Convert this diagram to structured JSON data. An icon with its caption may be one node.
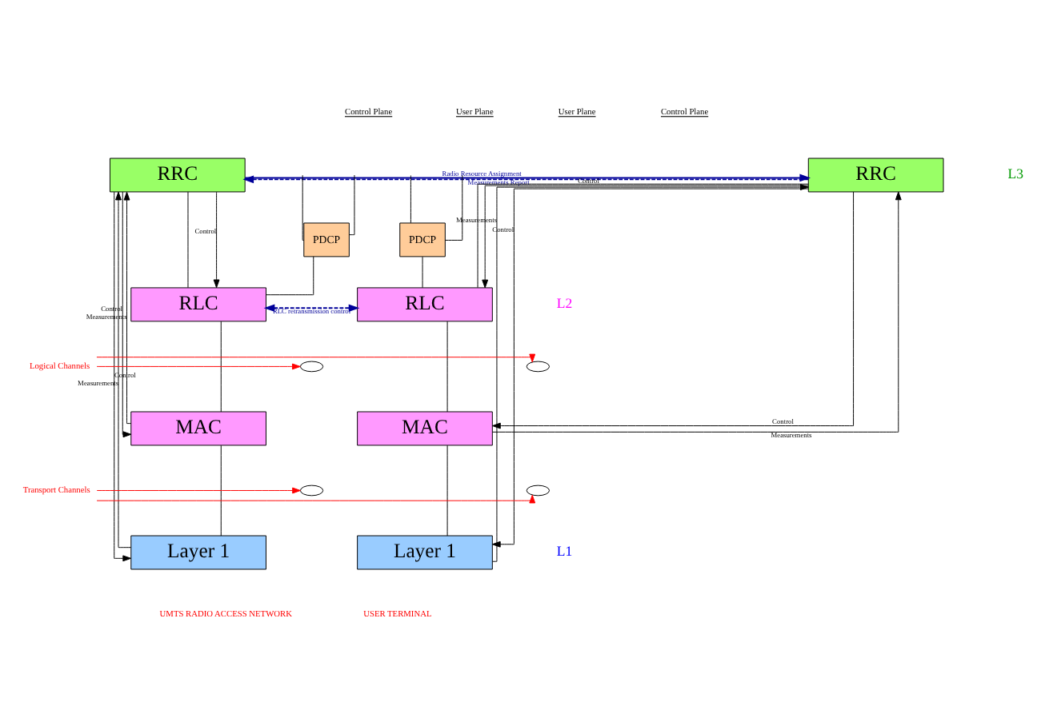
{
  "diagram": {
    "nodes": [
      {
        "text": [
          "RRC"
        ]
      },
      {
        "text": [
          "PDCP"
        ]
      },
      {
        "text": [
          "RLC"
        ]
      },
      {
        "text": [
          "MAC"
        ]
      },
      {
        "text": [
          "Layer 1"
        ]
      },
      {
        "text": [
          "RRC"
        ]
      },
      {
        "text": [
          "PDCP"
        ]
      },
      {
        "text": [
          "RLC"
        ]
      },
      {
        "text": [
          "MAC"
        ]
      },
      {
        "text": [
          "Layer 1"
        ]
      },
      {
        "text": [
          "Logical Channels"
        ]
      },
      {
        "text": [
          "Transport Channels"
        ]
      },
      {
        "text": [],
        "shape": "ellipse"
      },
      {
        "text": [],
        "shape": "ellipse"
      },
      {
        "text": [],
        "shape": "ellipse"
      },
      {
        "text": [],
        "shape": "ellipse"
      }
    ],
    "edges": [
      {
        "from": 5,
        "to": 0,
        "arrow": "to",
        "label": "Measurements Report",
        "style": "dashed",
        "color": "#000099"
      },
      {
        "from": 0,
        "to": 5,
        "arrow": "to",
        "label": "Radio Resource Assignment",
        "color": "#000099"
      },
      {
        "from": 2,
        "to": 7,
        "arrow": "both",
        "label": "RLC retransmission control",
        "style": "dashed",
        "color": "#000099"
      },
      {
        "from": null,
        "to": 1,
        "arrow": "none"
      },
      {
        "from": null,
        "to": 1,
        "arrow": "none"
      },
      {
        "from": 0,
        "to": 2,
        "arrow": "none"
      },
      {
        "from": 1,
        "to": 2,
        "arrow": "none"
      },
      {
        "from": 2,
        "to": 3,
        "arrow": "none"
      },
      {
        "from": 3,
        "to": 4,
        "arrow": "none"
      },
      {
        "from": null,
        "to": 6,
        "arrow": "none"
      },
      {
        "from": null,
        "to": 6,
        "arrow": "none"
      },
      {
        "from": 5,
        "to": 7,
        "arrow": "none"
      },
      {
        "from": 6,
        "to": 7,
        "arrow": "none"
      },
      {
        "from": 7,
        "to": 8,
        "arrow": "none"
      },
      {
        "from": 8,
        "to": 9,
        "arrow": "none"
      },
      {
        "from": 0,
        "to": 2,
        "arrow": "to",
        "label": "Control"
      },
      {
        "from": 0,
        "to": 3,
        "arrow": "to",
        "label": "Control"
      },
      {
        "from": 3,
        "to": 0,
        "arrow": "to",
        "label": "Measurements"
      },
      {
        "from": 0,
        "to": 4,
        "arrow": "to",
        "label": "Control"
      },
      {
        "from": 4,
        "to": 0,
        "arrow": "to",
        "label": "Measurements"
      },
      {
        "from": 5,
        "to": 7,
        "arrow": "to",
        "label": "Control"
      },
      {
        "from": 5,
        "to": 8,
        "arrow": "to",
        "label": "Control"
      },
      {
        "from": 8,
        "to": 5,
        "arrow": "to",
        "label": "Measurements"
      },
      {
        "from": 5,
        "to": 9,
        "arrow": "to",
        "label": "Control"
      },
      {
        "from": 9,
        "to": 5,
        "arrow": "to",
        "label": "Measurements"
      },
      {
        "from": 10,
        "to": 12,
        "arrow": "to",
        "color": "#ff0000"
      },
      {
        "from": 10,
        "to": 13,
        "arrow": "to",
        "color": "#ff0000"
      },
      {
        "from": 11,
        "to": 14,
        "arrow": "to",
        "color": "#ff0000"
      },
      {
        "from": 11,
        "to": 15,
        "arrow": "to",
        "color": "#ff0000"
      }
    ],
    "labels": [
      "Control Plane",
      "User Plane",
      "User Plane",
      "Control Plane",
      "L3",
      "L2",
      "L1",
      "UMTS RADIO ACCESS NETWORK",
      "USER TERMINAL"
    ]
  }
}
